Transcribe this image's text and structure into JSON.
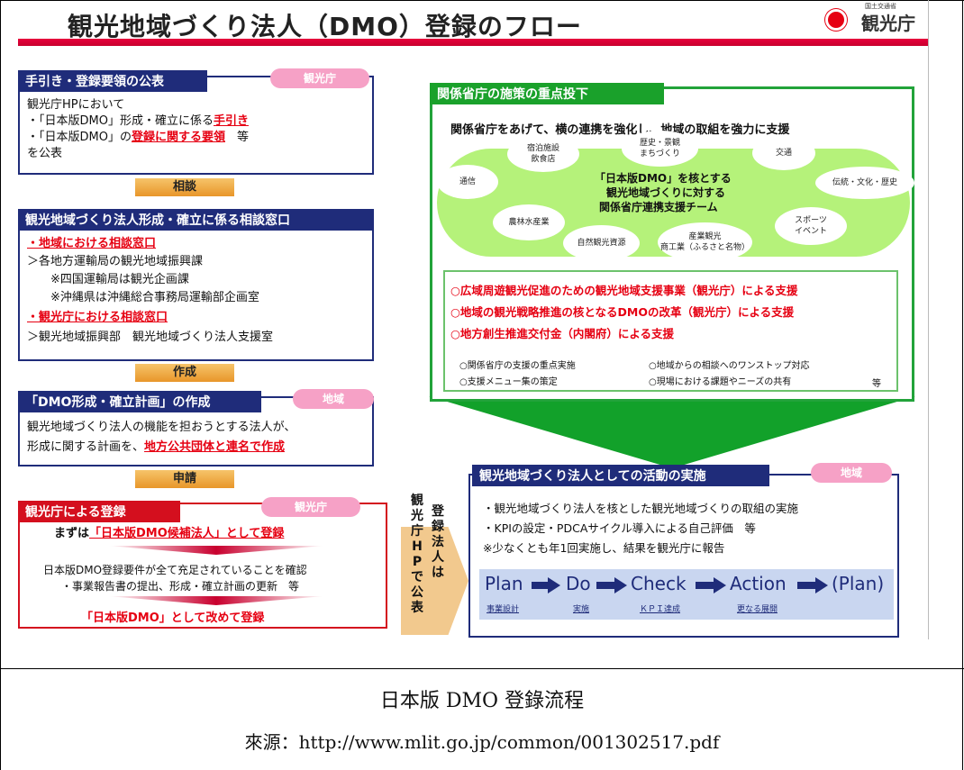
{
  "title": "観光地域づくり法人（DMO）登録のフロー",
  "logo": {
    "text": "観光庁",
    "small": "国土交通省"
  },
  "left": {
    "s1": {
      "head": "手引き・登録要領の公表",
      "tag": "観光庁",
      "lines": [
        "観光庁HPにおいて",
        "・「日本版DMO」形成・確立に係る",
        "手引き",
        "・「日本版DMO」の",
        "登録に関する要領",
        "　等",
        "を公表"
      ]
    },
    "arrow1": "相談",
    "s2": {
      "head": "観光地域づくり法人形成・確立に係る相談窓口",
      "lines": [
        "・地域における相談窓口",
        "＞各地方運輸局の観光地域振興課",
        "※四国運輸局は観光企画課",
        "※沖縄県は沖縄総合事務局運輸部企画室",
        "・観光庁における相談窓口",
        "＞観光地域振興部　観光地域づくり法人支援室"
      ]
    },
    "arrow2": "作成",
    "s3": {
      "head": "「DMO形成・確立計画」の作成",
      "tag": "地域",
      "lines": [
        "観光地域づくり法人の機能を担おうとする法人が、",
        "形成に関する計画を、",
        "地方公共団体と連名で作成"
      ]
    },
    "arrow3": "申請",
    "s4": {
      "head": "観光庁による登録",
      "tag": "観光庁",
      "lines": [
        "まずは",
        "「日本版DMO候補法人」として登録",
        "日本版DMO登録要件が全て充足されていることを確認",
        "・事業報告書の提出、形成・確立計画の更新　等",
        "「日本版DMO」として改めて登録"
      ]
    }
  },
  "publish_label": [
    "観光庁HPで公表",
    "登録法人は"
  ],
  "right": {
    "head": "関係省庁の施策の重点投下",
    "subtitle": "関係省庁をあげて、横の連携を強化し、地域の取組を強力に支援",
    "center": [
      "「日本版DMO」を核とする",
      "観光地域づくりに対する",
      "関係省庁連携支援チーム"
    ],
    "bubbles": [
      "宿泊施設\n飲食店",
      "歴史・景観\nまちづくり",
      "交通",
      "通信",
      "伝統・文化・歴史",
      "農林水産業",
      "自然観光資源",
      "産業観光\n商工業（ふるさと名物）",
      "スポーツ\nイベント"
    ],
    "support": [
      "○広域周遊観光促進のための観光地域支援事業（観光庁）による支援",
      "○地域の観光戦略推進の核となるDMOの改革（観光庁）による支援",
      "○地方創生推進交付金（内閣府）による支援"
    ],
    "small": [
      "○関係省庁の支援の重点実施",
      "○地域からの相談へのワンストップ対応",
      "○支援メニュー集の策定",
      "○現場における課題やニーズの共有",
      "等"
    ]
  },
  "activity": {
    "head": "観光地域づくり法人としての活動の実施",
    "tag": "地域",
    "lines": [
      "・観光地域づくり法人を核とした観光地域づくりの取組の実施",
      "・KPIの設定・PDCAサイクル導入による自己評価　等",
      "※少なくとも年1回実施し、結果を観光庁に報告"
    ],
    "pdca": [
      "Plan",
      "Do",
      "Check",
      "Action",
      "(Plan)"
    ],
    "pdca_sub": [
      "事業設計",
      "実施",
      "ＫＰＩ達成",
      "更なる展開"
    ]
  },
  "caption": {
    "line1": "日本版 DMO 登錄流程",
    "line2": "來源：http://www.mlit.go.jp/common/001302517.pdf"
  },
  "colors": {
    "navy": "#1f2c7a",
    "green": "#1aa12b",
    "red": "#e60012",
    "pink": "#f6a1c6"
  }
}
